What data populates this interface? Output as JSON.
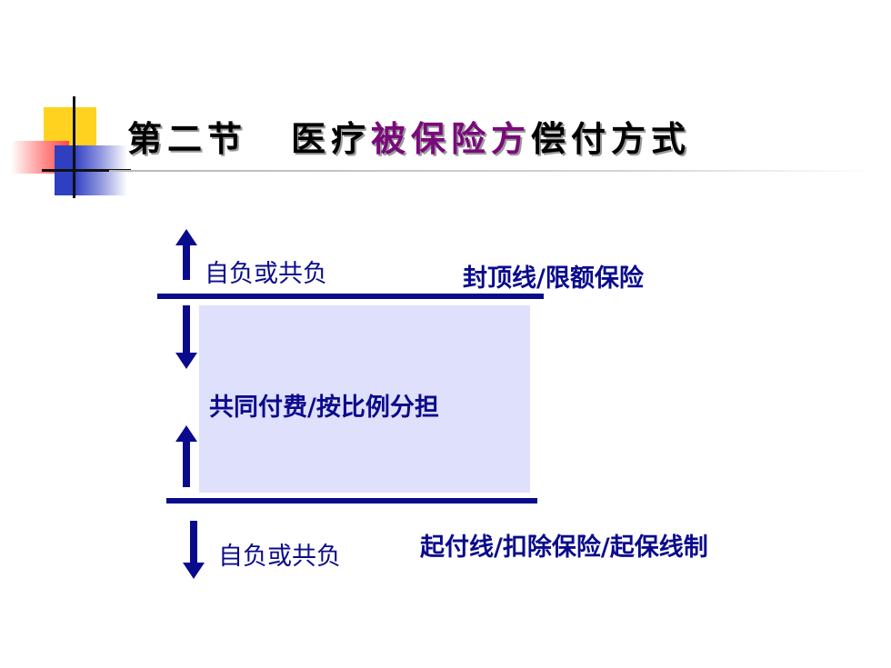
{
  "slide": {
    "title_prefix": "第二节",
    "title_part1": "医疗",
    "title_highlight": "被保险方",
    "title_part2": "偿付方式"
  },
  "diagram": {
    "upper_left_label": "自负或共负",
    "upper_right_label": "封顶线/限额保险",
    "middle_label": "共同付费/按比例分担",
    "lower_left_label": "自负或共负",
    "lower_right_label": "起付线/扣除保险/起保线制"
  },
  "colors": {
    "arrow": "#0a0a8c",
    "text": "#0b0b8c",
    "title_highlight": "#7a0a7a",
    "box_fill": "#dfe0fb"
  }
}
